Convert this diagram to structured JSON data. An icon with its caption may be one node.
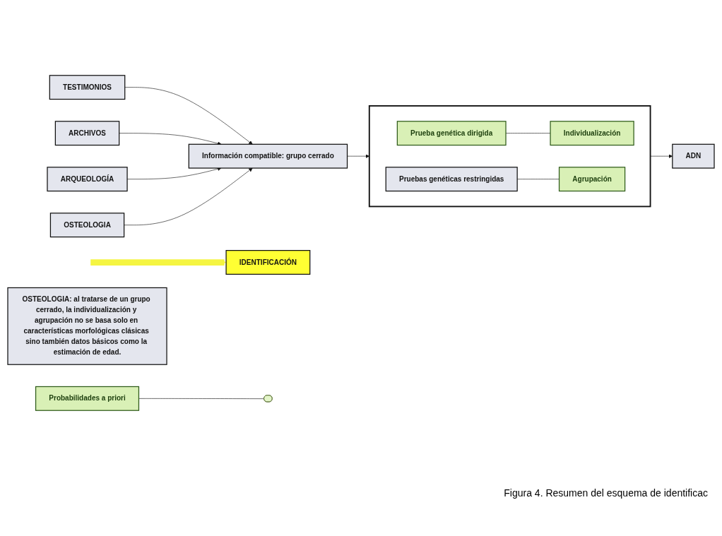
{
  "diagram": {
    "caption": "Figura 4. Resumen del esquema de identificac",
    "nodes": [
      {
        "text": [
          "TESTIMONIOS"
        ]
      },
      {
        "text": [
          "ARCHIVOS"
        ]
      },
      {
        "text": [
          "ARQUEOLOGÍA"
        ]
      },
      {
        "text": [
          "OSTEOLOGIA"
        ]
      },
      {
        "text": [
          "ADN"
        ]
      },
      {
        "text": [
          "Probabilidades a priori"
        ]
      },
      {
        "text": [
          "Información compatible: grupo cerrado"
        ]
      },
      {
        "text": [],
        "shape": "bracket"
      },
      {
        "text": [
          "Prueba genética dirigida"
        ],
        "in": 7
      },
      {
        "text": [
          "Individualización"
        ],
        "in": 7
      },
      {
        "text": [
          "Pruebas genéticas restringidas"
        ],
        "in": 7
      },
      {
        "text": [
          "Agrupación"
        ],
        "in": 7
      },
      {
        "text": [
          "OSTEOLOGIA: al tratarse de un grupo cerrado, la individualización y agrupación no se basa solo en características morfológicas clásicas sino también datos básicos como la estimación de edad."
        ]
      },
      {
        "text": [
          "IDENTIFICACIÓN"
        ]
      },
      {
        "text": [],
        "shape": "ellipse"
      }
    ],
    "edges": [
      {
        "from": 0,
        "to": 6,
        "arrow": "to"
      },
      {
        "from": 1,
        "to": 6,
        "arrow": "to"
      },
      {
        "from": 2,
        "to": 6,
        "arrow": "to"
      },
      {
        "from": 3,
        "to": 6,
        "arrow": "to"
      },
      {
        "from": 5,
        "to": 14,
        "arrow": "none"
      },
      {
        "from": 6,
        "to": 7,
        "arrow": "to"
      },
      {
        "from": 7,
        "to": 4,
        "arrow": "to"
      },
      {
        "from": 8,
        "to": 9,
        "arrow": "none"
      },
      {
        "from": 10,
        "to": 11,
        "arrow": "none"
      },
      {
        "from": null,
        "to": 13,
        "arrow": "to",
        "style": "thick",
        "color": "#f5f542"
      }
    ]
  }
}
